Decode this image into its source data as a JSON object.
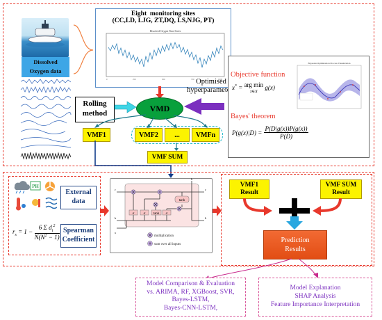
{
  "top": {
    "sites_title": "Eight  monitoring sites",
    "sites_list": "(CC,LD, LJG, ZT,DQ, LS,NJG, PT)",
    "ts_plot_title": "Dissolved Oxygen Time Series",
    "do_label_1": "Dissolved",
    "do_label_2": "Oxygen data",
    "rolling_1": "Rolling",
    "rolling_2": "method",
    "vmd": "VMD",
    "opt_1": "Optimised",
    "opt_2": "hyperparameters",
    "obj_title": "Objective function",
    "bayes_title": "Bayes' theorem",
    "bayes_plot_title": "Bayesian Optimization Process Visualization",
    "vmf1": "VMF1",
    "vmf2": "VMF2",
    "vmf_dots": "...",
    "vmfn": "VMFn",
    "vmf_sum": "VMF SUM"
  },
  "middle": {
    "external_1": "External",
    "external_2": "data",
    "spearman_1": "Spearman",
    "spearman_2": "Coefficient",
    "lstm_legend_mult": "multiplication",
    "lstm_legend_sum": "sum over all inputs",
    "vmf1_result_1": "VMF1",
    "vmf1_result_2": "Result",
    "vmfsum_result_1": "VMF SUM",
    "vmfsum_result_2": "Result",
    "prediction_1": "Prediction",
    "prediction_2": "Results"
  },
  "bottom": {
    "comparison_lines": [
      "Model Comparison & Evaluation",
      "vs. ARIMA, RF, XGBoost, SVR,",
      "Bayes-LSTM,",
      "Bayes-CNN-LSTM,"
    ],
    "explanation_lines": [
      "Model Explanation",
      "SHAP Analysis",
      "Feature Importance Interpretation"
    ]
  },
  "colors": {
    "accent_red": "#e8382c",
    "vmd_green": "#08a03c",
    "yellow": "#fcf300",
    "prediction_orange": "#f05a22",
    "arrow_blue": "#2aa7e0",
    "arrow_purple": "#7b2fbf"
  }
}
